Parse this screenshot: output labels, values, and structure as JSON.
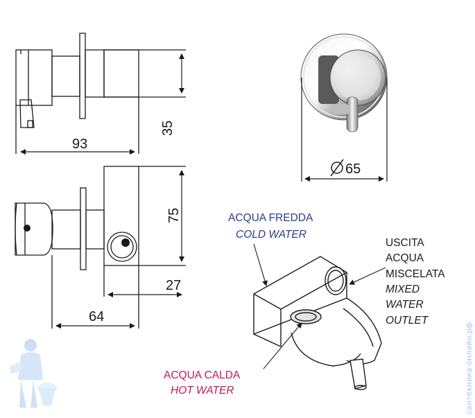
{
  "dimensions": {
    "width_93": "93",
    "height_35": "35",
    "diameter_65": "65",
    "height_75": "75",
    "depth_27": "27",
    "width_64": "64"
  },
  "labels": {
    "cold_water_it": "ACQUA FREDDA",
    "cold_water_en": "COLD WATER",
    "hot_water_it": "ACQUA CALDA",
    "hot_water_en": "HOT WATER",
    "outlet_it": [
      "USCITA",
      "ACQUA",
      "MISCELATA"
    ],
    "outlet_en": [
      "MIXED",
      "WATER",
      "OUTLET"
    ]
  },
  "watermark": "сантехника-онлайн.рф",
  "colors": {
    "line": "#1a1a1a",
    "cold_label": "#2e3a87",
    "hot_label": "#c2185b",
    "watermark": "#aac6e6"
  },
  "icons": [
    "diameter-symbol-icon",
    "plumber-mascot-icon"
  ]
}
